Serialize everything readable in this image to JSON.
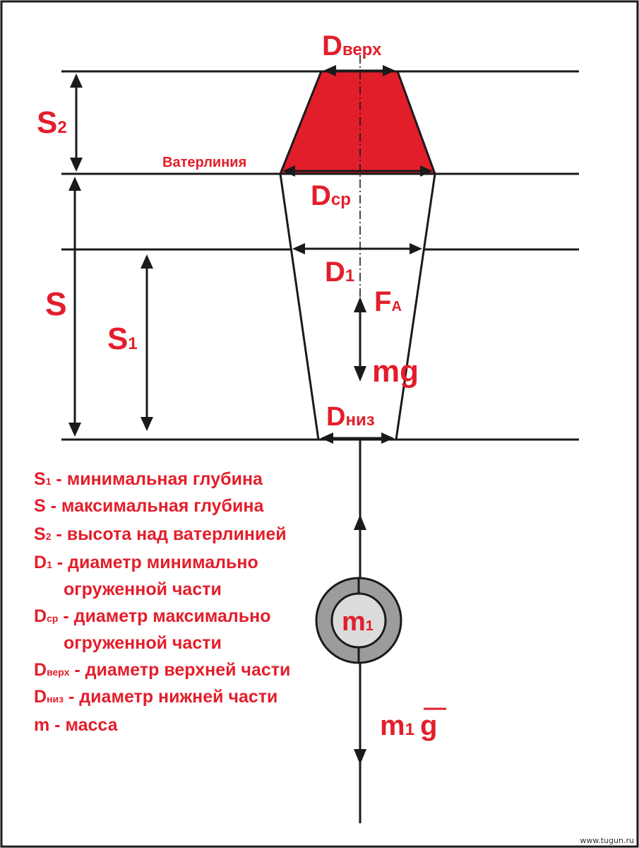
{
  "colors": {
    "accent": "#e31e2b",
    "line": "#1a1a1a",
    "ring_outer": "#9c9c9c",
    "ring_inner": "#dcdcdc"
  },
  "labels": {
    "d_top_main": "D",
    "d_top_sub": "верх",
    "d_mid_main": "D",
    "d_mid_sub": "ср",
    "d1_main": "D",
    "d1_sub": "1",
    "d_bot_main": "D",
    "d_bot_sub": "низ",
    "s2_main": "S",
    "s2_sub": "2",
    "s_main": "S",
    "s1_main": "S",
    "s1_sub": "1",
    "waterline": "Ватерлиния",
    "fa_main": "F",
    "fa_sub": "A",
    "mg": "mg",
    "m1_main": "m",
    "m1_sub": "1",
    "weight_m": "m",
    "weight_sub": "1",
    "weight_g": "g"
  },
  "legend": [
    {
      "symbol": "S",
      "sub": "1",
      "text": " - минимальная глубина",
      "cont": ""
    },
    {
      "symbol": "S",
      "sub": "",
      "text": " - максимальная глубина",
      "cont": ""
    },
    {
      "symbol": "S",
      "sub": "2",
      "text": " - высота над ватерлинией",
      "cont": ""
    },
    {
      "symbol": "D",
      "sub": "1",
      "text": " - диаметр минимально",
      "cont": "огруженной части"
    },
    {
      "symbol": "D",
      "sub": "ср",
      "text": " - диаметр максимально",
      "cont": "огруженной части"
    },
    {
      "symbol": "D",
      "sub": "верх",
      "text": " - диаметр верхней части",
      "cont": ""
    },
    {
      "symbol": "D",
      "sub": "низ",
      "text": " - диаметр нижней части",
      "cont": ""
    },
    {
      "symbol": "m",
      "sub": "",
      "text": "  -  масса",
      "cont": ""
    }
  ],
  "watermark": "www.tugun.ru"
}
